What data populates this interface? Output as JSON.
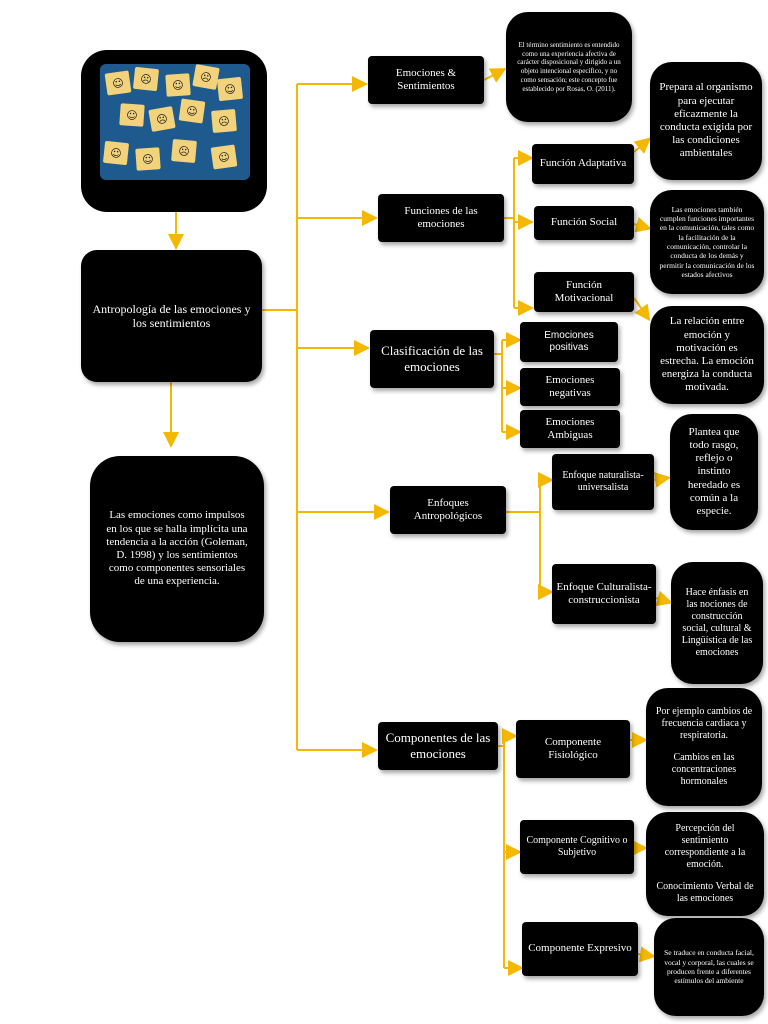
{
  "central": {
    "title": "Antropología de las emociones y los sentimientos"
  },
  "definition": {
    "text": "Las emociones como impulsos en los que se halla implícita una tendencia a la acción (Goleman, D. 1998) y los sentimientos como componentes sensoriales de una experiencia."
  },
  "photo": {
    "faces": [
      "☺",
      "☹",
      "☺",
      "☹",
      "☺",
      "☺",
      "☹",
      "☺",
      "☹",
      "☺",
      "☺",
      "☹",
      "☺"
    ]
  },
  "branches": {
    "emociones_sentimientos": {
      "label": "Emociones & Sentimientos",
      "note": "El término sentimiento es entendido como una experiencia afectiva de carácter disposicional y dirigido a un objeto intencional específico, y no como sensación; este concepto fue establecido por Rosas, O. (2011)."
    },
    "funciones": {
      "label": "Funciones de las emociones",
      "adaptativa": {
        "label": "Función Adaptativa",
        "note": "Prepara al organismo para ejecutar eficazmente la conducta exigida por las condiciones ambientales"
      },
      "social": {
        "label": "Función Social",
        "note": "Las emociones también cumplen funciones importantes en la comunicación, tales como la facilitación de la comunicación, controlar la conducta de los demás y permitir la comunicación de los estados afectivos"
      },
      "motivacional": {
        "label": "Función Motivacional",
        "note": "La relación entre emoción y motivación es estrecha. La emoción energiza la conducta motivada."
      }
    },
    "clasificacion": {
      "label": "Clasificación de las emociones",
      "items": [
        "Emociones positivas",
        "Emociones negativas",
        "Emociones Ambiguas"
      ]
    },
    "enfoques": {
      "label": "Enfoques Antropológicos",
      "naturalista": {
        "label": "Enfoque naturalista-universalista",
        "note": "Plantea que todo rasgo, reflejo o instinto heredado es común a la especie."
      },
      "culturalista": {
        "label": "Enfoque Culturalista-construccionista",
        "note": "Hace énfasis en las nociones de construcción social, cultural & Lingüística de las emociones"
      }
    },
    "componentes": {
      "label": "Componentes de las emociones",
      "fisiologico": {
        "label": "Componente Fisiológico",
        "note1": "Por ejemplo cambios de frecuencia cardiaca y respiratoria.",
        "note2": "Cambios en las concentraciones hormonales"
      },
      "cognitivo": {
        "label": "Componente Cognitivo o Subjetivo",
        "note1": "Percepción del sentimiento correspondiente a la emoción.",
        "note2": "Conocimiento Verbal de las emociones"
      },
      "expresivo": {
        "label": "Componente Expresivo",
        "note": "Se traduce en conducta facial, vocal y corporal, las cuales se producen frente a diferentes estímulos del ambiente"
      }
    }
  },
  "colors": {
    "connector": "#f5b800",
    "box": "#000000",
    "text": "#ffffff"
  }
}
